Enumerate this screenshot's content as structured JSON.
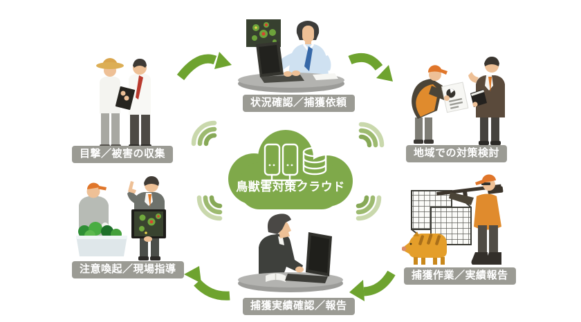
{
  "diagram": {
    "center": {
      "label": "鳥獣害対策クラウド",
      "icons": [
        "server-icon",
        "server-icon",
        "database-icon"
      ],
      "cloud_color": "#7fa94a"
    },
    "steps": [
      {
        "id": "sighting-collection",
        "position": "top-left",
        "label": "目撃／被害の収集",
        "illustration": "farmer-and-official-with-clipboard"
      },
      {
        "id": "status-check-capture-request",
        "position": "top-center",
        "label": "状況確認／捕獲依頼",
        "illustration": "operator-at-desk-with-heatmap"
      },
      {
        "id": "regional-countermeasure-review",
        "position": "top-right",
        "label": "地域での対策検討",
        "illustration": "hunter-and-official-discussing"
      },
      {
        "id": "capture-work-result-report",
        "position": "bottom-right",
        "label": "捕獲作業／実績報告",
        "illustration": "hunter-cage-trap-and-boar"
      },
      {
        "id": "capture-result-check-report",
        "position": "bottom-center",
        "label": "捕獲実績確認／報告",
        "illustration": "staff-at-laptop-desk"
      },
      {
        "id": "alert-field-guidance",
        "position": "bottom-left",
        "label": "注意喚起／現場指導",
        "illustration": "farmer-and-advisor-with-tablet"
      }
    ],
    "colors": {
      "cloud_green": "#7fa94a",
      "arrow_green": "#6ea32f",
      "wifi_light": "#c9d8ac",
      "wifi_mid": "#9dba70",
      "wifi_dark": "#87a957",
      "label_background": "#9b9b94",
      "label_text": "#ffffff",
      "background": "#ffffff"
    },
    "connector_icons": [
      "cycle-arrow-icon",
      "wifi-signal-icon"
    ]
  }
}
